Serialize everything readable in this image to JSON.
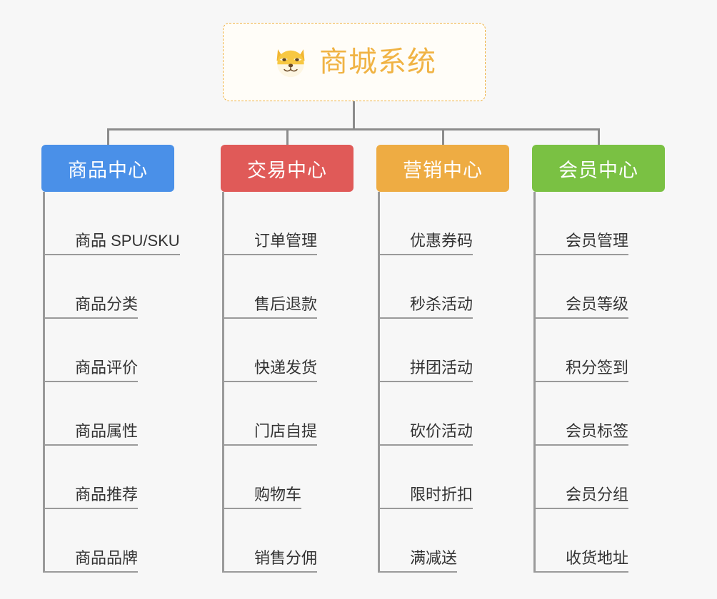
{
  "diagram": {
    "title": "商城系统",
    "root": {
      "label": "商城系统",
      "icon": "shiba-dog-icon",
      "text_color": "#f0b344",
      "border_color": "#f0b344",
      "background": "#fffdf8"
    },
    "background_color": "#f7f7f7",
    "connector_color": "#8c8c8c",
    "divider_color": "#9a9a9a",
    "leaf_text_color": "#333333",
    "columns": [
      {
        "label": "商品中心",
        "color": "#4a90e8",
        "items": [
          "商品 SPU/SKU",
          "商品分类",
          "商品评价",
          "商品属性",
          "商品推荐",
          "商品品牌"
        ]
      },
      {
        "label": "交易中心",
        "color": "#e05a58",
        "items": [
          "订单管理",
          "售后退款",
          "快递发货",
          "门店自提",
          "购物车",
          "销售分佣"
        ]
      },
      {
        "label": "营销中心",
        "color": "#eeac43",
        "items": [
          "优惠券码",
          "秒杀活动",
          "拼团活动",
          "砍价活动",
          "限时折扣",
          "满减送"
        ]
      },
      {
        "label": "会员中心",
        "color": "#7ac143",
        "items": [
          "会员管理",
          "会员等级",
          "积分签到",
          "会员标签",
          "会员分组",
          "收货地址"
        ]
      }
    ]
  }
}
